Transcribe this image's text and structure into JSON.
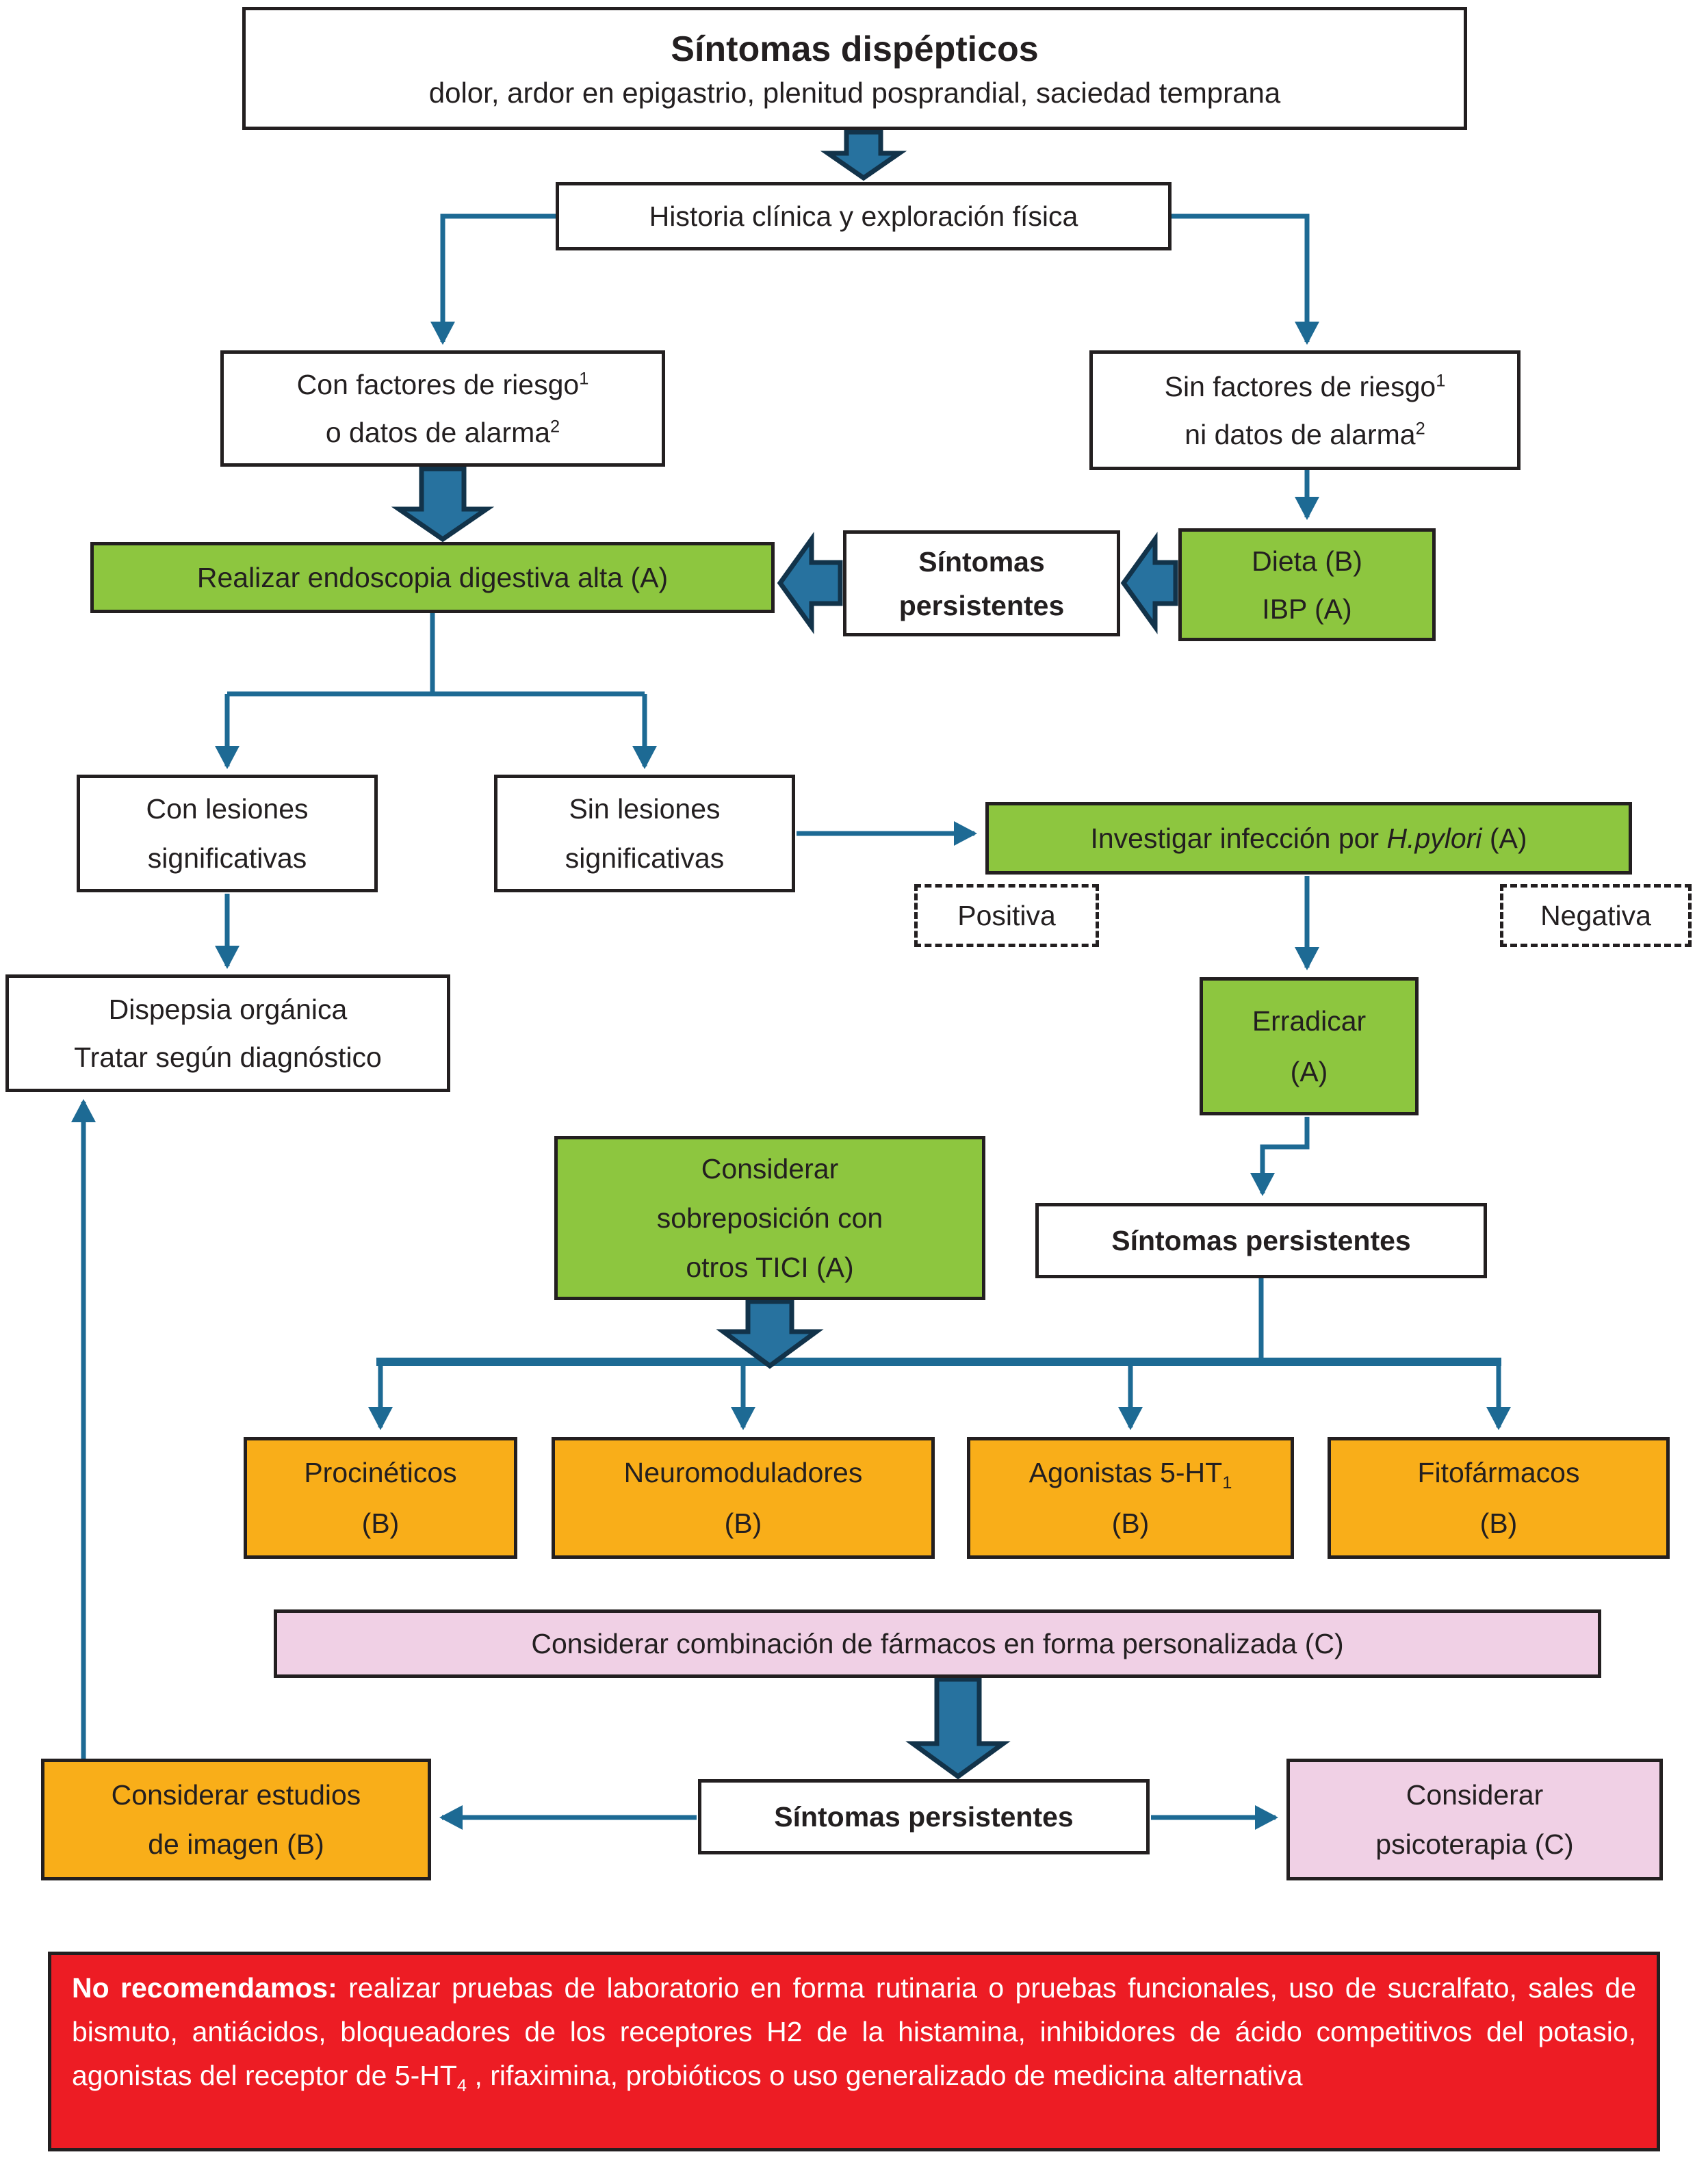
{
  "colors": {
    "box_border": "#231f20",
    "green": "#8dc63f",
    "orange": "#f9ae19",
    "pink": "#f0d0e5",
    "red": "#ed1c24",
    "connector": "#1d6a94",
    "block_arrow_fill": "#27729f",
    "block_arrow_border": "#12334a",
    "text": "#231f20",
    "text_on_red": "#ffffff"
  },
  "title_box": {
    "title": "Síntomas dispépticos",
    "subtitle": "dolor, ardor en epigastrio, plenitud posprandial, saciedad temprana"
  },
  "historia": {
    "label": "Historia clínica y exploración física"
  },
  "con_factores": {
    "line1": "Con factores de riesgo",
    "sup1": "1",
    "line2": "o datos de alarma",
    "sup2": "2"
  },
  "sin_factores": {
    "line1": "Sin factores de riesgo",
    "sup1": "1",
    "line2": "ni datos de alarma",
    "sup2": "2"
  },
  "endoscopia": {
    "label": "Realizar endoscopia digestiva alta (A)"
  },
  "sintomas1": {
    "line1": "Síntomas",
    "line2": "persistentes"
  },
  "dieta": {
    "line1": "Dieta (B)",
    "line2": "IBP (A)"
  },
  "con_lesiones": {
    "line1": "Con lesiones",
    "line2": "significativas"
  },
  "sin_lesiones": {
    "line1": "Sin lesiones",
    "line2": "significativas"
  },
  "investigar": {
    "pre": "Investigar infección por ",
    "italic": "H.pylori",
    "post": " (A)"
  },
  "positiva": {
    "label": "Positiva"
  },
  "negativa": {
    "label": "Negativa"
  },
  "erradicar": {
    "line1": "Erradicar",
    "line2": "(A)"
  },
  "dispepsia": {
    "line1": "Dispepsia orgánica",
    "line2": "Tratar según diagnóstico"
  },
  "tici": {
    "line1": "Considerar",
    "line2": "sobreposición con",
    "line3": "otros TICI (A)"
  },
  "sintomas2": {
    "label": "Síntomas persistentes"
  },
  "procineticos": {
    "line1": "Procinéticos",
    "line2": "(B)"
  },
  "neuromoduladores": {
    "line1": "Neuromoduladores",
    "line2": "(B)"
  },
  "agonistas": {
    "line1_pre": "Agonistas 5-HT",
    "line1_sub": "1",
    "line2": "(B)"
  },
  "fitofarmacos": {
    "line1": "Fitofármacos",
    "line2": "(B)"
  },
  "combinacion": {
    "label": "Considerar combinación de fármacos en forma personalizada (C)"
  },
  "estudios": {
    "line1": "Considerar estudios",
    "line2": "de imagen (B)"
  },
  "sintomas3": {
    "label": "Síntomas persistentes"
  },
  "psicoterapia": {
    "line1": "Considerar",
    "line2": "psicoterapia (C)"
  },
  "no_recomendamos": {
    "bold": "No recomendamos:",
    "text1": " realizar pruebas de laboratorio en forma rutinaria o pruebas funcionales, uso de sucralfato, sales de bismuto, antiácidos, bloqueadores de los receptores H2 de la histamina, inhibidores de ácido competitivos del potasio, agonistas del receptor de 5-HT",
    "sub": "4",
    "text2": " , rifaximina, probióticos o uso generalizado de medicina alternativa"
  }
}
